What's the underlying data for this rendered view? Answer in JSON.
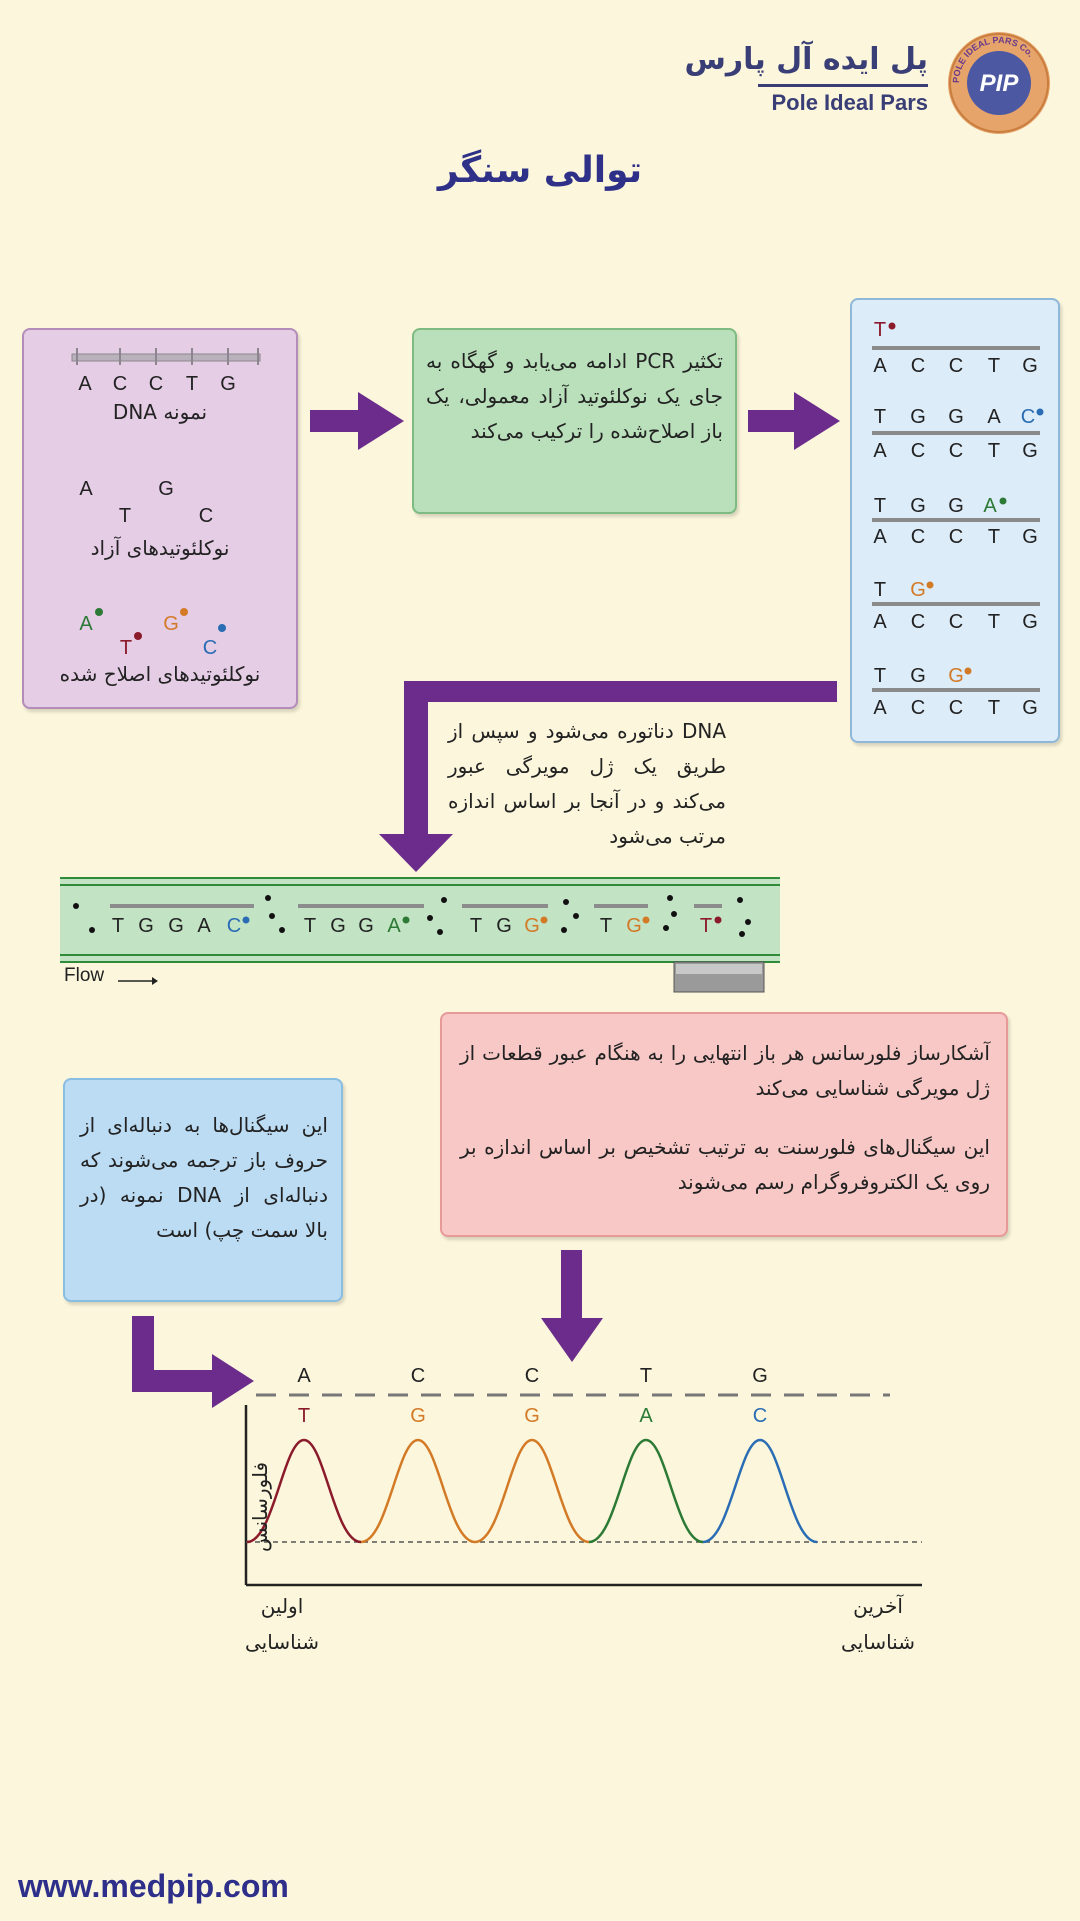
{
  "header": {
    "brand_fa": "پل ایده آل پارس",
    "brand_en": "Pole Ideal Pars",
    "logo_mark": "PIP",
    "logo_ring": "POLE IDEAL PARS Co.",
    "title": "توالی سنگر"
  },
  "ingredients": {
    "template_seq": [
      "A",
      "C",
      "C",
      "T",
      "G"
    ],
    "template_caption": "نمونه DNA",
    "free_caption": "نوکلئوتیدهای آزاد",
    "modified_caption": "نوکلئوتیدهای اصلاح شده"
  },
  "pcr_step": {
    "text": "تکثیر PCR ادامه می‌یابد و گهگاه به جای یک نوکلئوتید آزاد معمولی، یک باز اصلاح‌شده را ترکیب می‌کند"
  },
  "fragments": {
    "template": [
      "A",
      "C",
      "C",
      "T",
      "G"
    ]
  },
  "denature_step": {
    "text": "DNA دناتوره می‌شود و سپس از طریق یک ژل مویرگی عبور می‌کند و در آنجا بر اساس اندازه مرتب می‌شود"
  },
  "gel": {
    "flow_label": "Flow"
  },
  "detector_step": {
    "text1": "آشکارساز فلورسانس هر باز انتهایی را به هنگام عبور قطعات از ژل مویرگی شناسایی می‌کند",
    "text2": "این سیگنال‌های فلورسنت به ترتیب تشخیص بر اساس اندازه بر روی یک الکتروفروگرام رسم می‌شوند"
  },
  "translate_step": {
    "text": "این سیگنال‌ها به دنباله‌ای از حروف باز ترجمه می‌شوند که دنباله‌ای از DNA نمونه (در بالا سمت چپ) است"
  },
  "chart_data": {
    "type": "line",
    "ylabel": "فلورسانس",
    "x_start_label": "اولین شناسایی",
    "x_end_label": "آخرین شناسایی",
    "template_bases": [
      "A",
      "C",
      "C",
      "T",
      "G"
    ],
    "detected_bases": [
      "T",
      "G",
      "G",
      "A",
      "C"
    ],
    "series": [
      {
        "base": "T",
        "color": "#8b1a2b",
        "peak_order": 1
      },
      {
        "base": "G",
        "color": "#d37a27",
        "peak_order": 2
      },
      {
        "base": "G",
        "color": "#d37a27",
        "peak_order": 3
      },
      {
        "base": "A",
        "color": "#2c7a35",
        "peak_order": 4
      },
      {
        "base": "C",
        "color": "#2a6db4",
        "peak_order": 5
      }
    ]
  },
  "colors": {
    "A": "#2c7a35",
    "C": "#2a6db4",
    "G": "#d37a27",
    "T": "#8b1a2b",
    "arrow": "#6b2c8c",
    "title": "#2f3189"
  },
  "footer": {
    "url": "www.medpip.com"
  }
}
